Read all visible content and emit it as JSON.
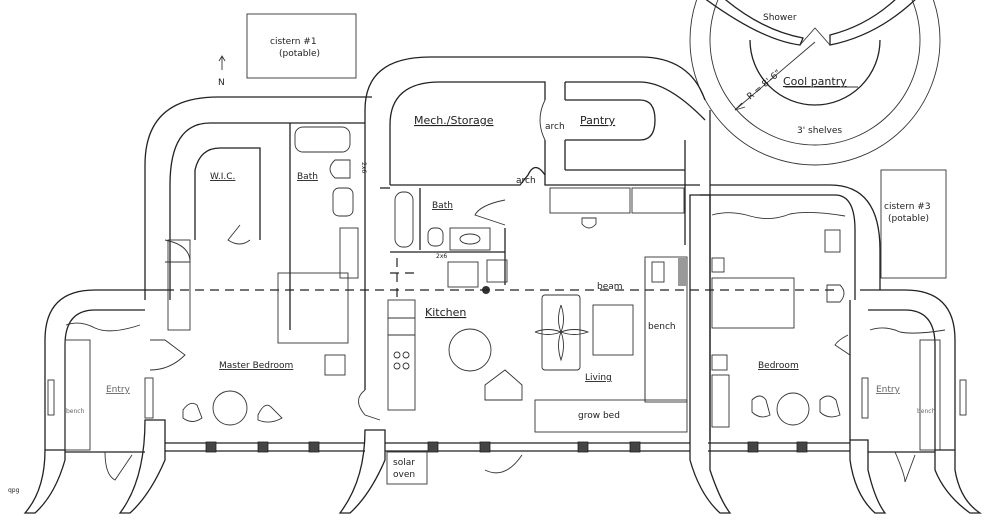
{
  "plan": {
    "north_label": "N",
    "cistern1": {
      "line1": "cistern #1",
      "line2": "(potable)"
    },
    "cistern3": {
      "line1": "cistern #3",
      "line2": "(potable)"
    },
    "rooms": {
      "wic": "W.I.C.",
      "bath_master": "Bath",
      "mech_storage": "Mech./Storage",
      "pantry": "Pantry",
      "bath_center": "Bath",
      "kitchen": "Kitchen",
      "master_bedroom": "Master Bedroom",
      "living": "Living",
      "bedroom": "Bedroom",
      "entry_left": "Entry",
      "entry_right": "Entry",
      "cool_pantry": "Cool pantry",
      "shower": "Shower"
    },
    "notes": {
      "arch_1": "arch",
      "arch_2": "arch",
      "stud_1": "2x6",
      "stud_2": "2x6",
      "beam": "beam",
      "bench_living": "bench",
      "bench_left": "bench",
      "bench_right": "bench",
      "grow_bed": "grow bed",
      "solar_oven_1": "solar",
      "solar_oven_2": "oven",
      "radius": "R = 8'-6\"",
      "shelves": "3' shelves"
    },
    "signature": "qpg"
  }
}
